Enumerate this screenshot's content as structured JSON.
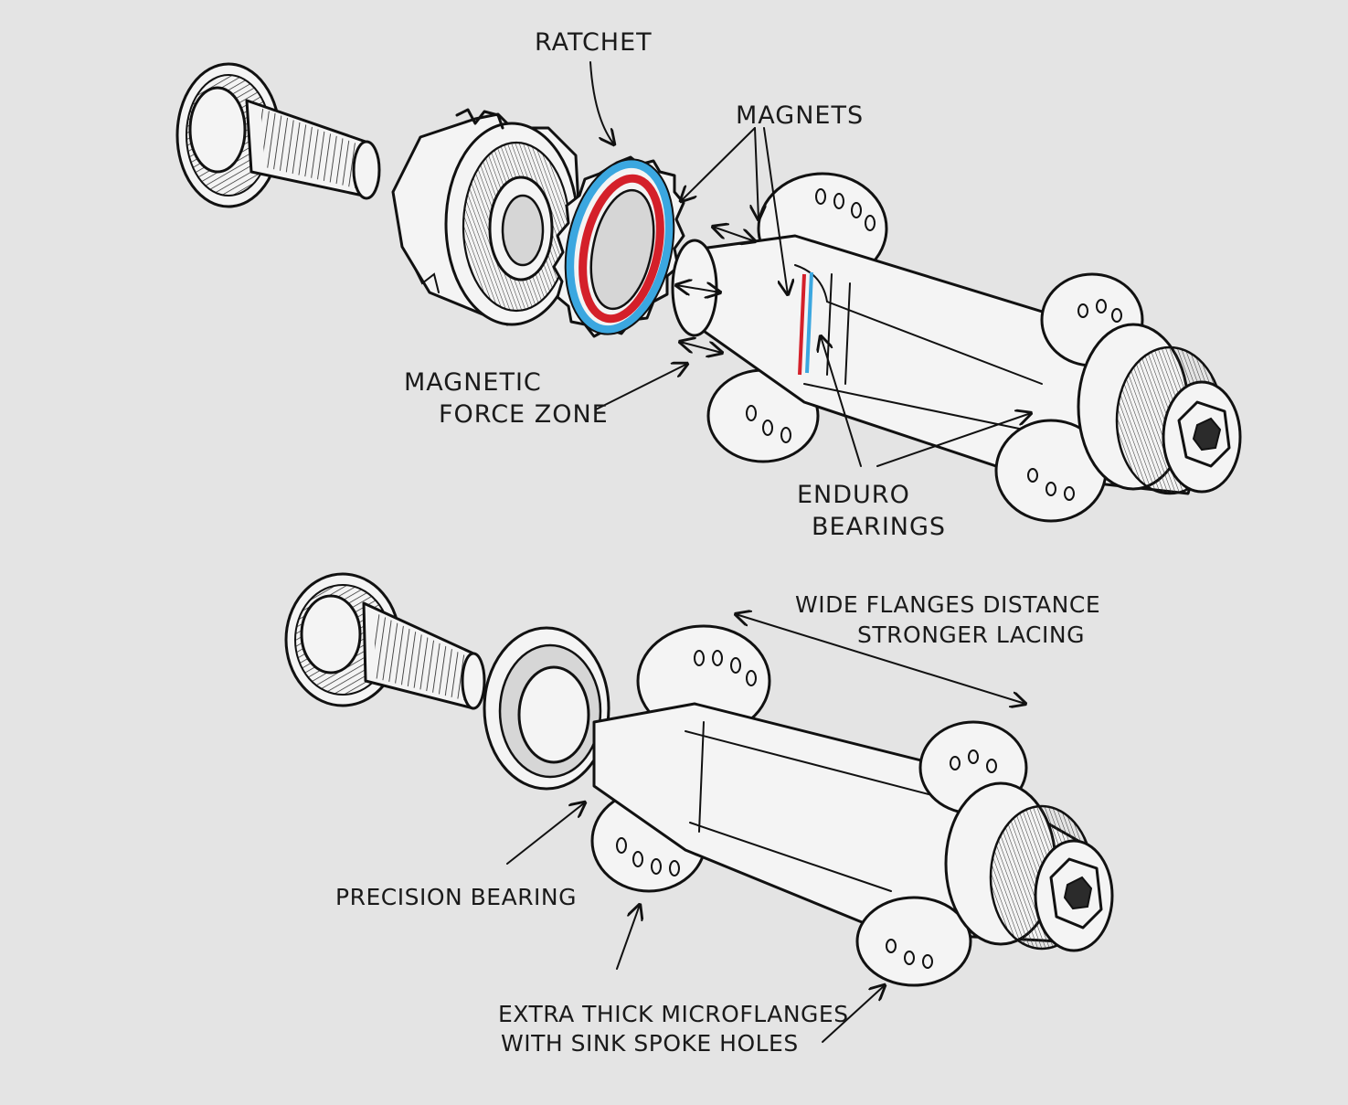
{
  "diagram": {
    "labels": {
      "ratchet": "RATCHET",
      "magnets": "MAGNETS",
      "magnetic_force_zone_line1": "MAGNETIC",
      "magnetic_force_zone_line2": "FORCE ZONE",
      "enduro_bearings_line1": "ENDURO",
      "enduro_bearings_line2": "BEARINGS",
      "wide_flanges_line1": "WIDE FLANGES DISTANCE",
      "wide_flanges_line2": "STRONGER LACING",
      "precision_bearing": "PRECISION BEARING",
      "microflanges_line1": "EXTRA THICK MICROFLANGES",
      "microflanges_line2": "WITH SINK SPOKE HOLES"
    },
    "colors": {
      "background": "#e4e4e4",
      "ink": "#111111",
      "magnet_red": "#d4202a",
      "magnet_blue": "#3ba7e0"
    }
  }
}
